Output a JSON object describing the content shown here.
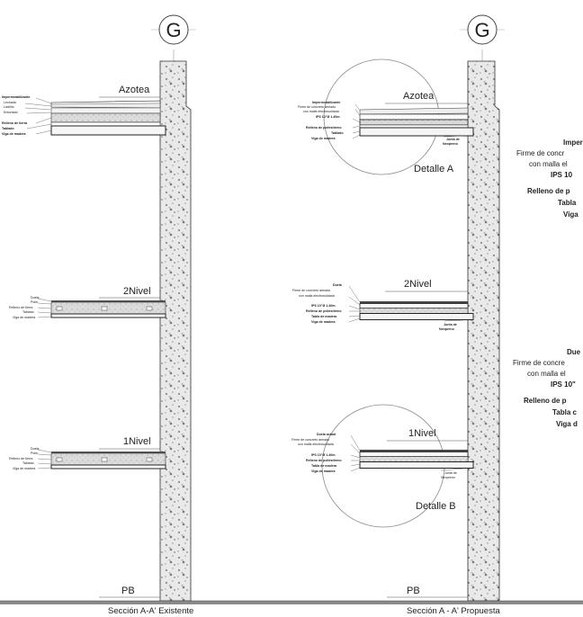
{
  "grid_label": "G",
  "levels": {
    "roof": "Azotea",
    "second": "2Nivel",
    "first": "1Nivel",
    "ground": "PB"
  },
  "existing": {
    "roof_layers": [
      "Impermeabilizante",
      "Lechada",
      "Ladrillo",
      "Entortado",
      "Relleno de tierra",
      "Tablado",
      "Viga de madera"
    ],
    "floor_layers": [
      "Duela",
      "Polin",
      "Relleno de tierra",
      "Tablado",
      "Viga de madera"
    ],
    "section_title": "Sección A-A' Existente"
  },
  "proposed": {
    "roof_layers": [
      "Impermeabilizante",
      "Firme de concreto armado",
      "con malla electrosoldada",
      "IPS 10\"Ø 1.40m.",
      "Relleno de poliestireno",
      "Tablado",
      "Viga de madera"
    ],
    "roof_joint": [
      "Junta de",
      "Neopreno"
    ],
    "floor2_layers": [
      "Duela",
      "Firme de concreto armado",
      "con malla electrosoldada",
      "IPS 10\"Ø 1.40m.",
      "Relleno de poliestireno",
      "Tabla de madera",
      "Viga de madera"
    ],
    "floor2_joint": [
      "Junta de",
      "Neopreno"
    ],
    "floor1_layers": [
      "Duela actual",
      "Firme de concreto armado",
      "con malla electrosoldada",
      "IPS 10\"Ø 1.40m.",
      "Relleno de poliestireno",
      "Tabla de madera",
      "Viga de madera"
    ],
    "floor1_joint": [
      "Junta de",
      "Neopreno"
    ],
    "detail_a": "Detalle A",
    "detail_b": "Detalle B",
    "section_title": "Sección A - A' Propuesta"
  },
  "side_detail_a": [
    "Imperm",
    "Firme de concr",
    "con malla el",
    "IPS 10",
    "Relleno de p",
    "Tabla",
    "Viga"
  ],
  "side_detail_b": [
    "Due",
    "Firme de concre",
    "con malla el",
    "IPS 10\"",
    "Relleno de p",
    "Tabla c",
    "Viga d"
  ]
}
